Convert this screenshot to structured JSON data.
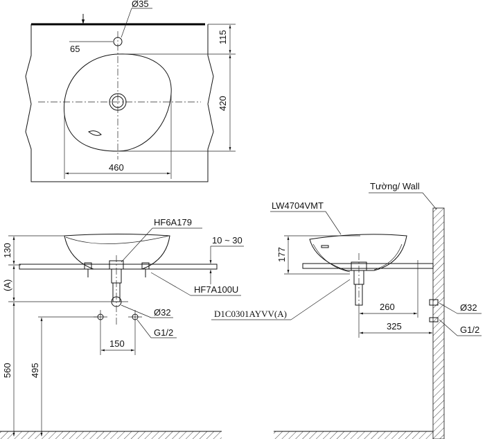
{
  "top_view": {
    "hole_diameter": "Ø35",
    "hole_offset": "65",
    "dim_back": "115",
    "dim_depth": "420",
    "dim_width": "460"
  },
  "front_view": {
    "drain_label": "HF6A179",
    "mount_label": "HF7A100U",
    "thickness_label": "10 ~ 30",
    "dim_bowl_height": "130",
    "dim_a": "(A)",
    "dim_floor": "560",
    "dim_supply_height": "495",
    "pipe_diameter": "Ø32",
    "supply_thread": "G1/2",
    "supply_spacing": "150"
  },
  "side_view": {
    "wall_label": "Tường/ Wall",
    "model_label": "LW4704VMT",
    "trap_label": "D1C0301AYVV(A)",
    "dim_height": "177",
    "dim_drain_wall": "260",
    "dim_bowl_wall": "325",
    "pipe_diameter": "Ø32",
    "supply_thread": "G1/2"
  }
}
